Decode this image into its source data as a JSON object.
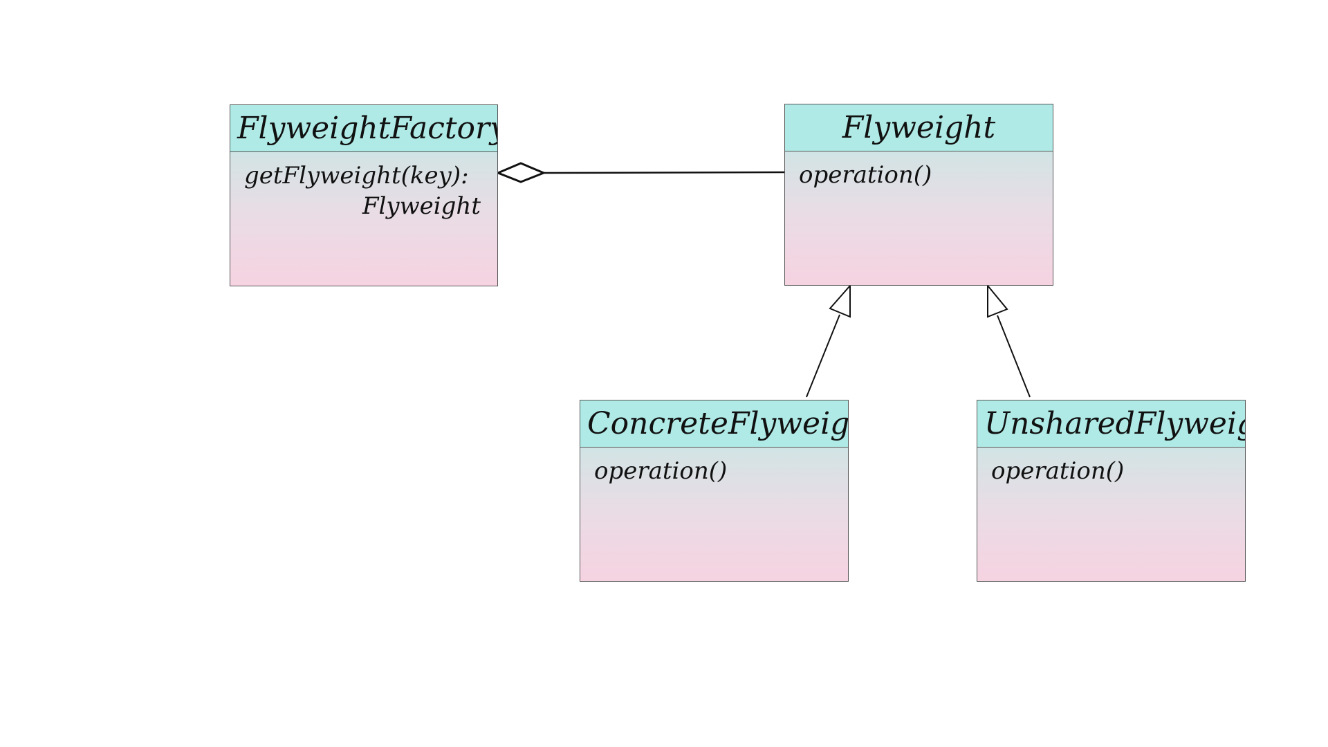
{
  "classes": {
    "flyweight_factory": {
      "name": "FlyweightFactory",
      "operation_line1": "getFlyweight(key):",
      "operation_line2": "Flyweight"
    },
    "flyweight": {
      "name": "Flyweight",
      "operation": "operation()"
    },
    "concrete_flyweight": {
      "name": "ConcreteFlyweight",
      "operation": "operation()"
    },
    "unshared_flyweight": {
      "name": "UnsharedFlyweigh",
      "operation": "operation()"
    }
  },
  "relations": [
    {
      "type": "aggregation",
      "from": "FlyweightFactory",
      "to": "Flyweight"
    },
    {
      "type": "generalization",
      "from": "ConcreteFlyweight",
      "to": "Flyweight"
    },
    {
      "type": "generalization",
      "from": "UnsharedFlyweigh",
      "to": "Flyweight"
    }
  ],
  "colors": {
    "header_fill": "#afeae6",
    "body_gradient_top": "#afeae6",
    "body_gradient_bottom": "#f6d3e1",
    "line": "#111111",
    "border": "#555555"
  }
}
